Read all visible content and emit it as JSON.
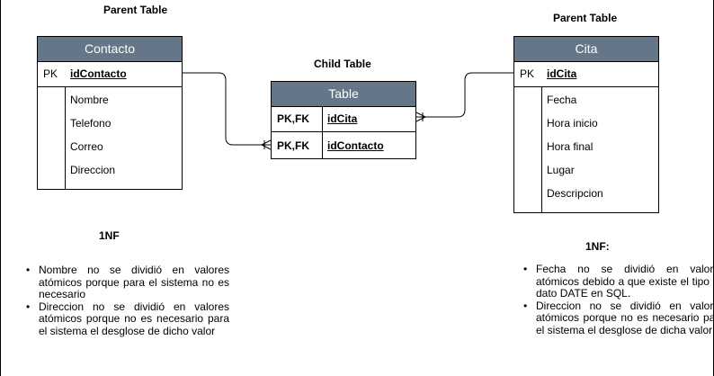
{
  "captions": {
    "parent_left": "Parent Table",
    "child": "Child Table",
    "parent_right": "Parent Table"
  },
  "contacto": {
    "title": "Contacto",
    "key_label": "PK",
    "key_field": "idContacto",
    "fields": [
      "Nombre",
      "Telefono",
      "Correo",
      "Direccion"
    ]
  },
  "child_table": {
    "title": "Table",
    "rows": [
      {
        "label": "PK,FK",
        "field": "idCita"
      },
      {
        "label": "PK,FK",
        "field": "idContacto"
      }
    ]
  },
  "cita": {
    "title": "Cita",
    "key_label": "PK",
    "key_field": "idCita",
    "fields": [
      "Fecha",
      "Hora inicio",
      "Hora final",
      "Lugar",
      "Descripcion"
    ]
  },
  "notes_left": {
    "title": "1NF",
    "items": [
      "Nombre no se dividió en valores atómicos porque para el sistema no es necesario",
      "Direccion no se dividió en valores atómicos porque no es necesario para el sistema el desglose de dicho valor"
    ]
  },
  "notes_right": {
    "title": "1NF:",
    "items": [
      "Fecha no se dividió en valores atómicos debido a que existe el tipo de dato DATE en SQL.",
      "Direccion no se dividió en valores atómicos porque no es necesario para el sistema el desglose de dicha valor"
    ]
  },
  "colors": {
    "header": "#647687",
    "line": "#000000"
  }
}
